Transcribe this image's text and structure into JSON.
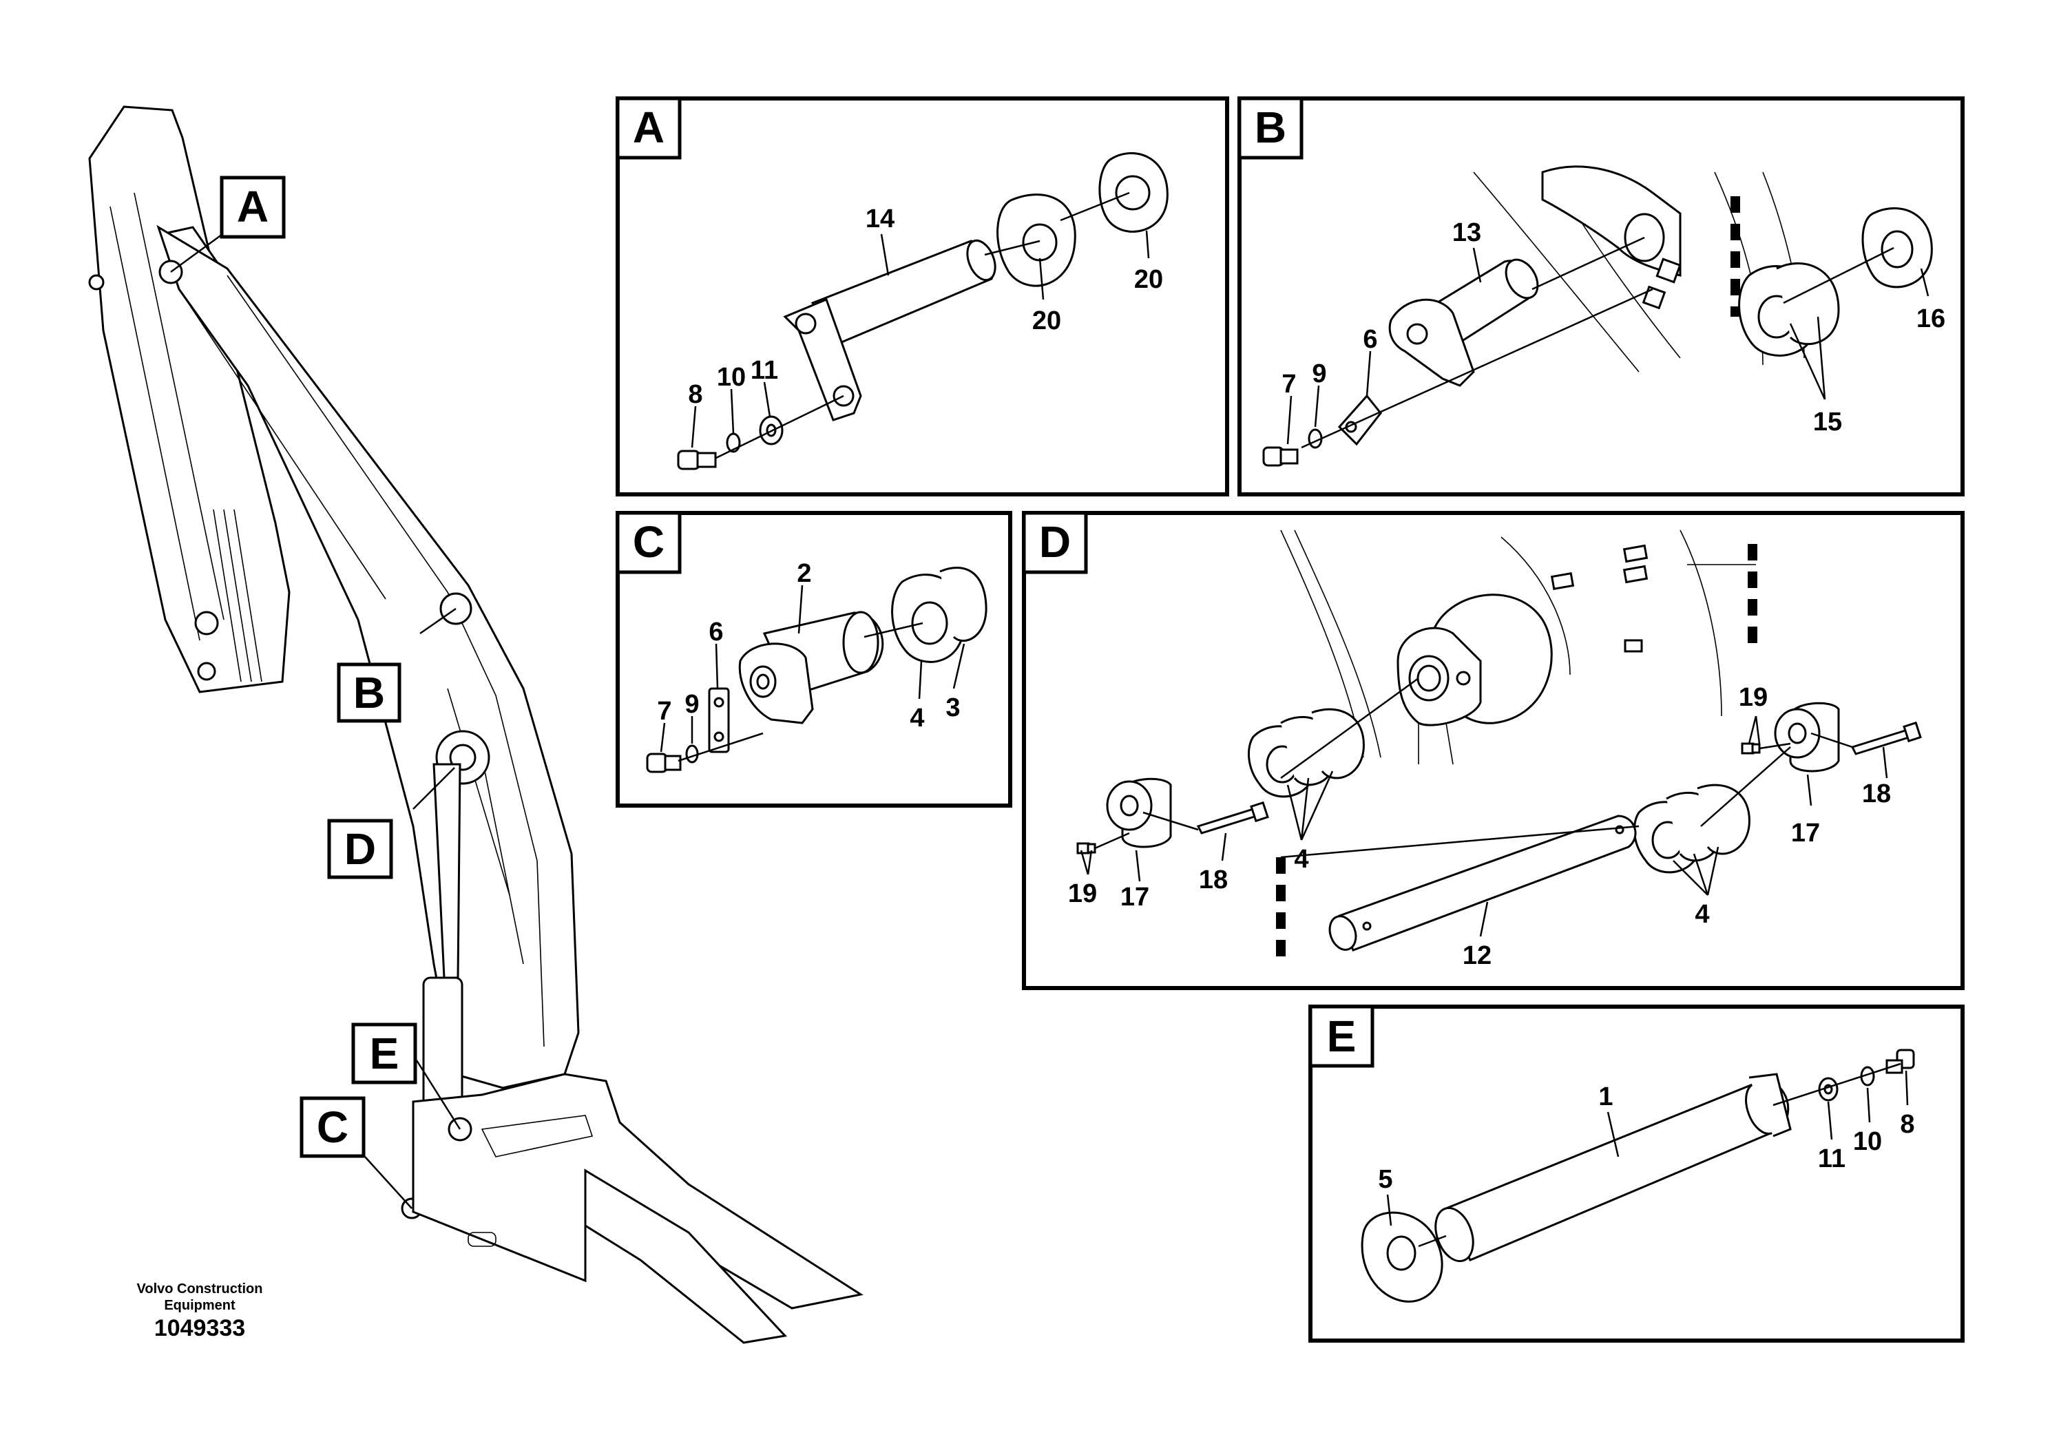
{
  "detail_labels": {
    "A": "A",
    "B": "B",
    "C": "C",
    "D": "D",
    "E": "E"
  },
  "footer": {
    "maker_line1": "Volvo Construction",
    "maker_line2": "Equipment",
    "ref_number": "1049333"
  },
  "parts": {
    "a": {
      "p14": "14",
      "p20a": "20",
      "p20b": "20",
      "p8": "8",
      "p10": "10",
      "p11": "11"
    },
    "b": {
      "p13": "13",
      "p6": "6",
      "p7": "7",
      "p9": "9",
      "p15": "15",
      "p16": "16"
    },
    "c": {
      "p2": "2",
      "p6": "6",
      "p7": "7",
      "p9": "9",
      "p4": "4",
      "p3": "3"
    },
    "d": {
      "p4a": "4",
      "p4b": "4",
      "p18a": "18",
      "p18b": "18",
      "p19a": "19",
      "p19b": "19",
      "p17a": "17",
      "p17b": "17",
      "p12": "12"
    },
    "e": {
      "p1": "1",
      "p5": "5",
      "p8": "8",
      "p10": "10",
      "p11": "11"
    }
  }
}
